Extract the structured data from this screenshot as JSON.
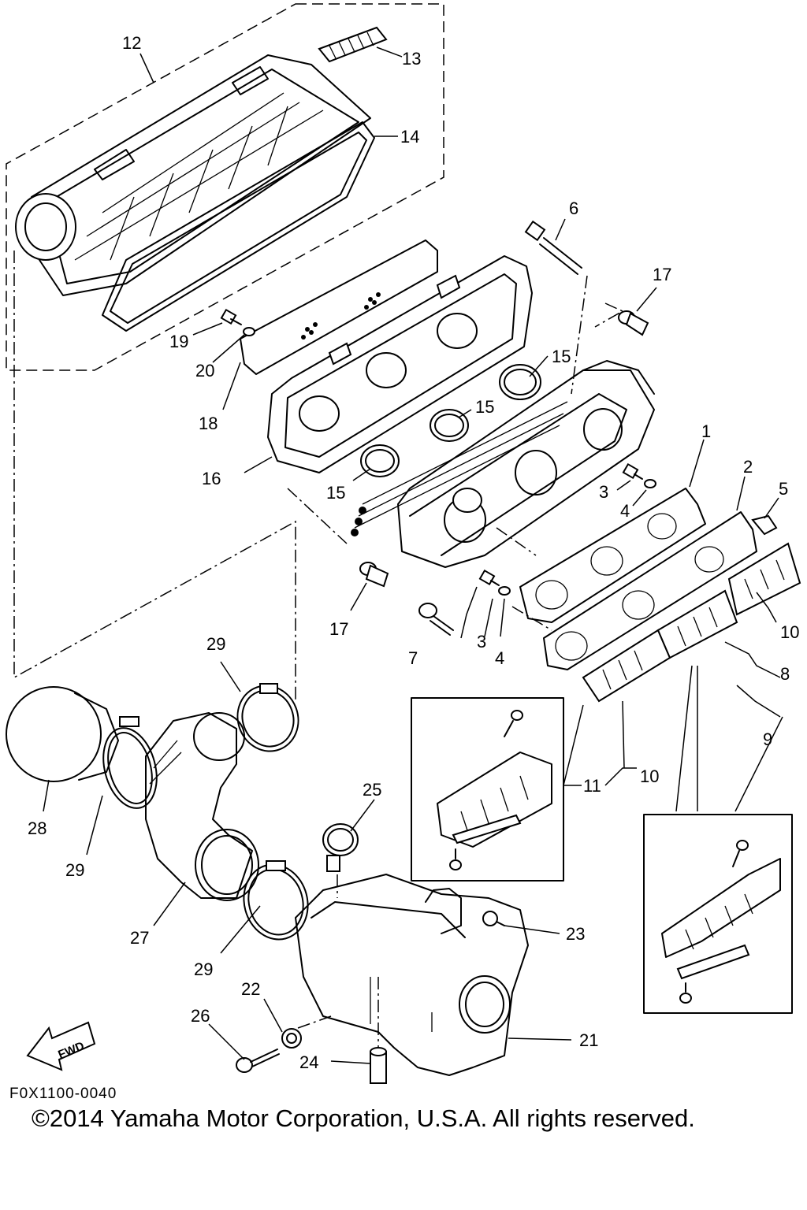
{
  "figure_code": "F0X1100-0040",
  "copyright": "©2014 Yamaha Motor Corporation, U.S.A. All rights reserved.",
  "fwd_label": "FWD",
  "callouts": {
    "c1": "1",
    "c2": "2",
    "c3a": "3",
    "c3b": "3",
    "c4a": "4",
    "c4b": "4",
    "c5": "5",
    "c6": "6",
    "c7": "7",
    "c8": "8",
    "c9": "9",
    "c10a": "10",
    "c10b": "10",
    "c11": "11",
    "c12": "12",
    "c13": "13",
    "c14": "14",
    "c15a": "15",
    "c15b": "15",
    "c15c": "15",
    "c16": "16",
    "c17a": "17",
    "c17b": "17",
    "c18": "18",
    "c19": "19",
    "c20": "20",
    "c21": "21",
    "c22": "22",
    "c23": "23",
    "c24": "24",
    "c25": "25",
    "c26": "26",
    "c27": "27",
    "c28": "28",
    "c29a": "29",
    "c29b": "29",
    "c29c": "29"
  }
}
